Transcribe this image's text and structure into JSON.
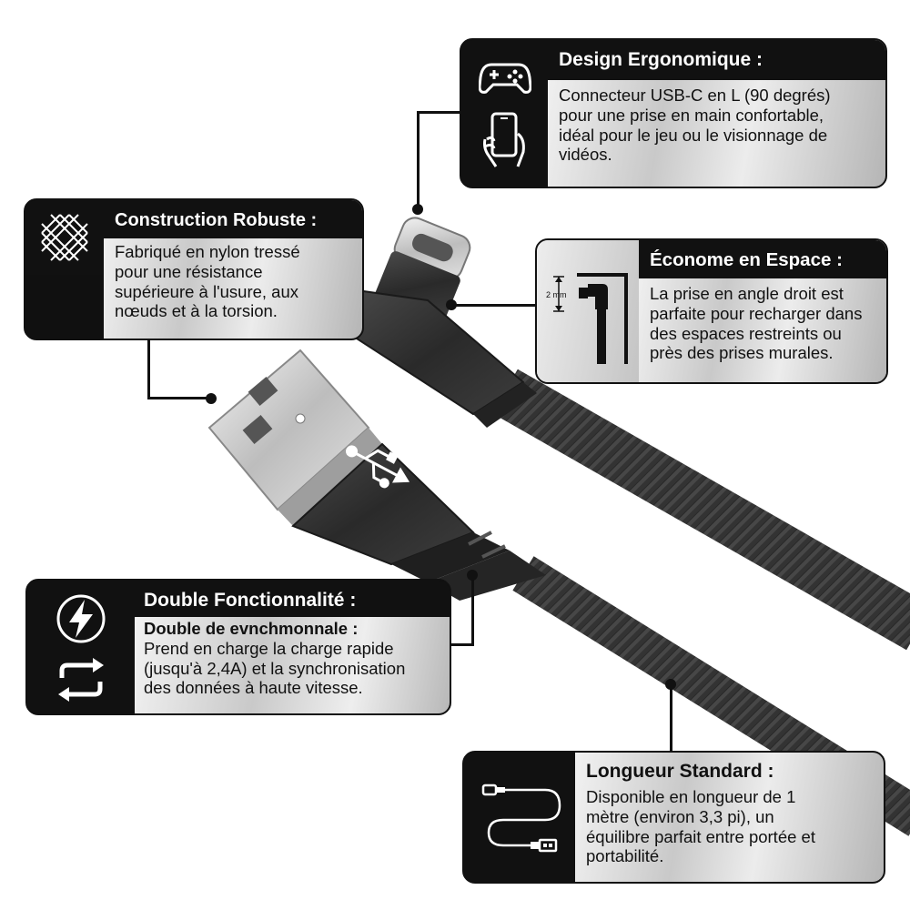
{
  "cards": {
    "design": {
      "title": "Design Ergonomique :",
      "lines": [
        "Connecteur USB-C en L (90 degrés)",
        "pour une prise en main confortable,",
        "idéal pour le jeu ou le visionnage de",
        "vidéos."
      ],
      "icons": [
        "gamepad-icon",
        "phone-in-hand-icon"
      ]
    },
    "construction": {
      "title": "Construction Robuste :",
      "lines": [
        "Fabriqué en nylon tressé",
        "pour une résistance",
        "supérieure à l'usure, aux",
        "nœuds et à la torsion."
      ],
      "icons": [
        "braided-weave-icon"
      ]
    },
    "econome": {
      "title": "Économe en Espace :",
      "lines": [
        "La prise en angle droit est",
        "parfaite pour recharger dans",
        "des espaces restreints ou",
        "près des prises murales."
      ],
      "icons": [
        "right-angle-plug-icon"
      ],
      "icon_label": "2 mm"
    },
    "double": {
      "title": "Double Fonctionnalité :",
      "subtitle": "Double de evnchmonnale :",
      "lines": [
        "Prend en charge la charge rapide",
        "(jusqu'à 2,4A) et la synchronisation",
        "des données à haute vitesse."
      ],
      "icons": [
        "lightning-bolt-icon",
        "sync-arrows-icon"
      ]
    },
    "longueur": {
      "title": "Longueur Standard :",
      "lines": [
        "Disponible en longueur de 1",
        "mètre (environ 3,3 pi), un",
        "équilibre parfait entre portée et",
        "portabilité."
      ],
      "icons": [
        "cable-usb-icon"
      ]
    }
  },
  "product": {
    "connectors": [
      "usb-a-plug",
      "usb-c-right-angle-plug"
    ],
    "usb_logo": "usb-trident-icon",
    "cable_color": "#3a3a3a"
  },
  "colors": {
    "card_header": "#111111",
    "card_body_light": "#efefef",
    "card_body_dark": "#bdbdbd",
    "text": "#111111"
  }
}
